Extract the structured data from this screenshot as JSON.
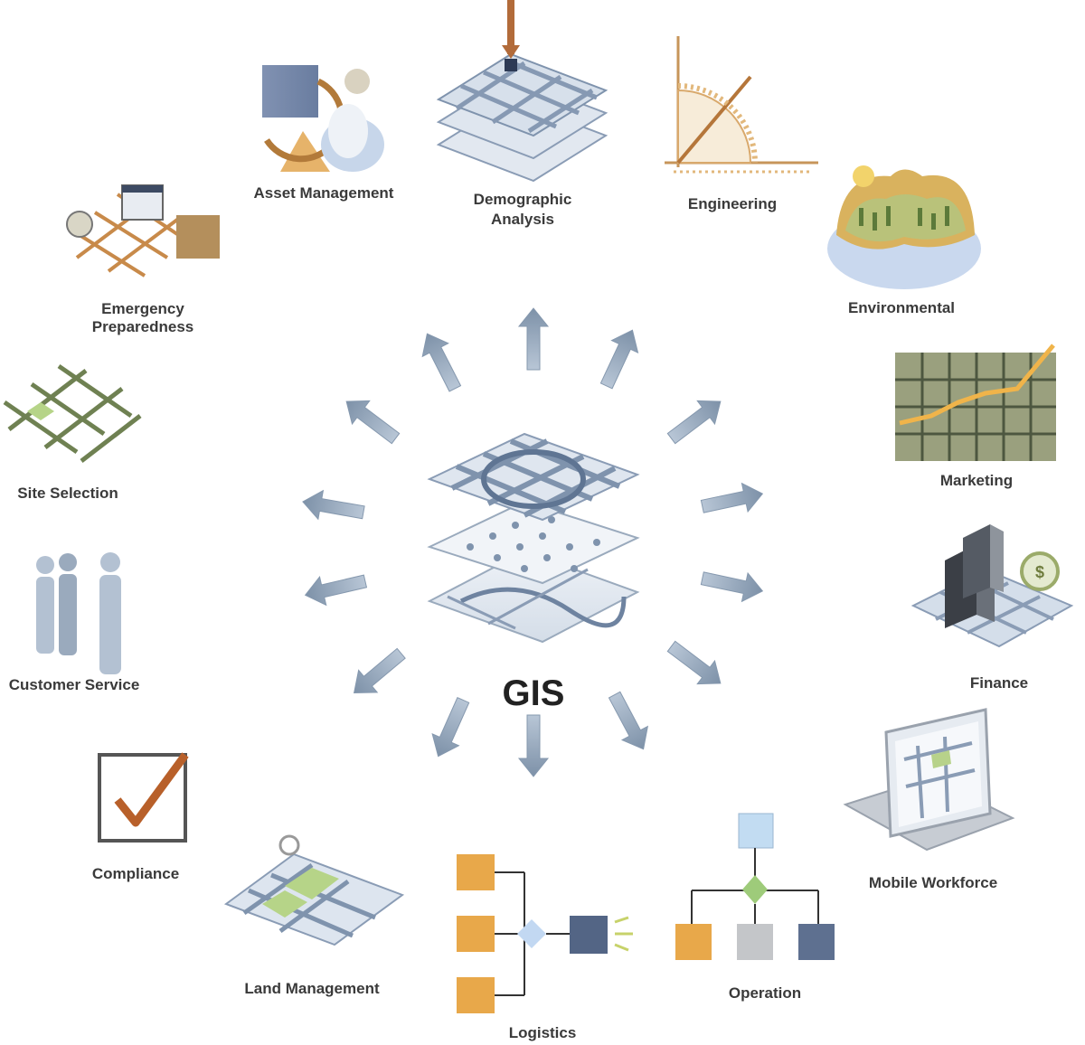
{
  "center": {
    "label": "GIS"
  },
  "apps": [
    {
      "key": "asset",
      "label": "Asset Management",
      "icon": "asset-management-icon"
    },
    {
      "key": "demo",
      "label": "Demographic\nAnalysis",
      "icon": "demographic-analysis-icon"
    },
    {
      "key": "eng",
      "label": "Engineering",
      "icon": "engineering-icon"
    },
    {
      "key": "env",
      "label": "Environmental",
      "icon": "environmental-icon"
    },
    {
      "key": "mkt",
      "label": "Marketing",
      "icon": "marketing-icon"
    },
    {
      "key": "fin",
      "label": "Finance",
      "icon": "finance-icon"
    },
    {
      "key": "mob",
      "label": "Mobile Workforce",
      "icon": "mobile-workforce-icon"
    },
    {
      "key": "op",
      "label": "Operation",
      "icon": "operation-icon"
    },
    {
      "key": "log",
      "label": "Logistics",
      "icon": "logistics-icon"
    },
    {
      "key": "land",
      "label": "Land Management",
      "icon": "land-management-icon"
    },
    {
      "key": "comp",
      "label": "Compliance",
      "icon": "compliance-icon"
    },
    {
      "key": "cust",
      "label": "Customer Service",
      "icon": "customer-service-icon"
    },
    {
      "key": "site",
      "label": "Site Selection",
      "icon": "site-selection-icon"
    },
    {
      "key": "emerg",
      "label": "Emergency\nPreparedness",
      "icon": "emergency-preparedness-icon"
    }
  ],
  "colors": {
    "arrow": "#8a9cb0",
    "grid": "#7c8fa8",
    "accent_orange": "#e8a84a",
    "text": "#3a3a3a"
  }
}
